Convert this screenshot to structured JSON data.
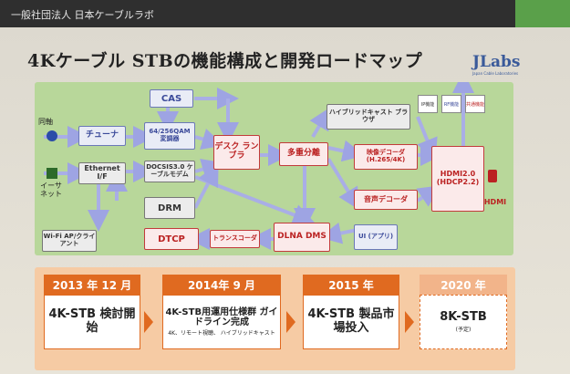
{
  "header": {
    "org": "一般社団法人 日本ケーブルラボ"
  },
  "slide": {
    "title": "4Kケーブル STBの機能構成と開発ロードマップ"
  },
  "logo": {
    "mark": "JLabs",
    "sub": "Japan Cable Laboratories"
  },
  "diagram": {
    "labels": {
      "coax": "同軸",
      "ethernet_side": "イーサネット",
      "hdmi_out": "HDMI"
    },
    "legend": {
      "ip": "IP機能",
      "rf": "RF機能",
      "common": "共通機能"
    },
    "boxes": {
      "cas": "CAS",
      "tuner": "チューナ",
      "modulator": "64/256QAM 変調器",
      "descrambler": "デスク ランブラ",
      "demux": "多重分離",
      "hybridcast": "ハイブリッドキャスト ブラウザ",
      "video_decoder": "映像デコーダ (H.265/4K)",
      "audio_decoder": "音声デコーダ",
      "hdmi": "HDMI2.0 (HDCP2.2)",
      "ethernet": "Ethernet I/F",
      "docsis": "DOCSIS3.0 ケーブルモデム",
      "drm": "DRM",
      "dtcp": "DTCP",
      "transcoder": "トランスコーダ",
      "dlna": "DLNA DMS",
      "ui": "UI (アプリ)",
      "wifi": "Wi-Fi AP/クライアント"
    }
  },
  "roadmap": {
    "phases": [
      {
        "year": "2013 年 12 月",
        "main": "4K-STB 検討開始",
        "note": ""
      },
      {
        "year": "2014年 9 月",
        "main": "4K-STB用運用仕様群 ガイドライン完成",
        "note": "4K、リモート視聴、 ハイブリッドキャスト"
      },
      {
        "year": "2015 年",
        "main": "4K-STB 製品市場投入",
        "note": ""
      },
      {
        "year": "2020 年",
        "main": "8K-STB",
        "note": "(予定)"
      }
    ]
  },
  "colors": {
    "diagram_bg": "#b8d79a",
    "arrow": "#a9aee6",
    "timeline_accent": "#e06a20"
  }
}
